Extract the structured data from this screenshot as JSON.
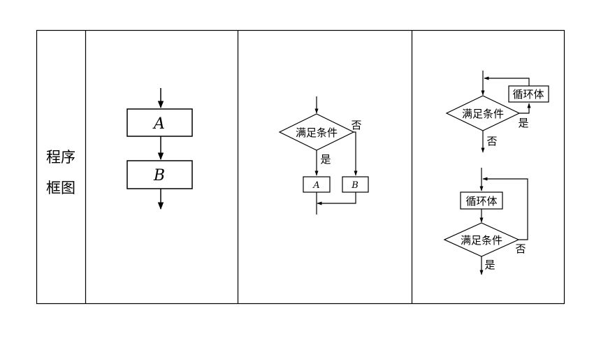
{
  "row_label": {
    "line1": "程序",
    "line2": "框图"
  },
  "sequence": {
    "box1": "A",
    "box2": "B"
  },
  "branch": {
    "condition": "满足条件",
    "yes": "是",
    "no": "否",
    "box_yes": "A",
    "box_no": "B"
  },
  "loop_when_true": {
    "body": "循环体",
    "condition": "满足条件",
    "yes": "是",
    "no": "否"
  },
  "loop_until": {
    "body": "循环体",
    "condition": "满足条件",
    "yes": "是",
    "no": "否"
  }
}
